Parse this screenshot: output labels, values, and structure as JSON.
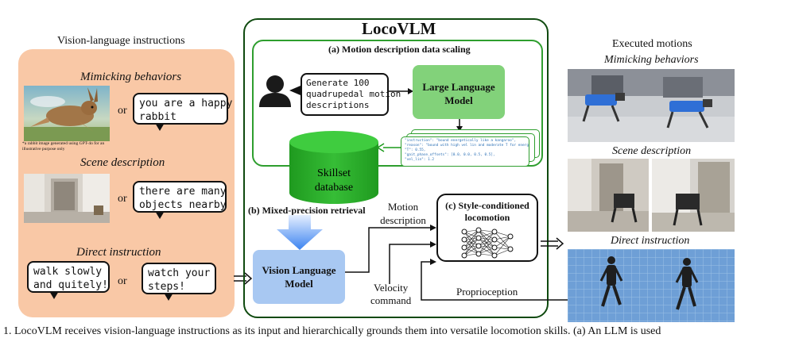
{
  "left": {
    "title": "Vision-language instructions",
    "mimicking_title": "Mimicking behaviors",
    "mimicking_bubble": "you are a happy\nrabbit",
    "caption_note": "*a rabbit image generated using GPT-4o for an\nillustrative purpose only",
    "scene_title": "Scene description",
    "scene_bubble": "there are many\nobjects nearby",
    "direct_title": "Direct instruction",
    "direct_bubble_1": "walk slowly\nand quitely!",
    "direct_bubble_2": "watch your\nsteps!",
    "or_text": "or"
  },
  "center": {
    "title": "LocoVLM",
    "section_a": "(a) Motion description data scaling",
    "prompt_bubble": "Generate 100\nquadrupedal motion\ndescriptions",
    "llm_label": "Large Language\nModel",
    "db_label": "Skillset\ndatabase",
    "section_b": "(b) Mixed-precision retrieval",
    "vlm_label": "Vision Language\nModel",
    "motion_desc": "Motion\ndescription",
    "section_c": "(c) Style-conditioned\nlocomotion",
    "velocity": "Velocity\ncommand",
    "proprioception": "Proprioception",
    "json_lines": [
      "\"instruction\": \"bound energetically like a kangaroo\",",
      "\"reason\": \"bound with high vel lin and moderate T for energetic jumps\",",
      "\"T\": 0.55,",
      "\"gait_phase_offsets\": [0.0, 0.0, 0.5, 0.5],",
      "\"vel_lin\": 1.2"
    ]
  },
  "right": {
    "title": "Executed motions",
    "mimicking": "Mimicking behaviors",
    "scene": "Scene description",
    "direct": "Direct instruction"
  },
  "caption": "1. LocoVLM receives vision-language instructions as its input and hierarchically grounds them into versatile locomotion skills. (a) An LLM is used"
}
